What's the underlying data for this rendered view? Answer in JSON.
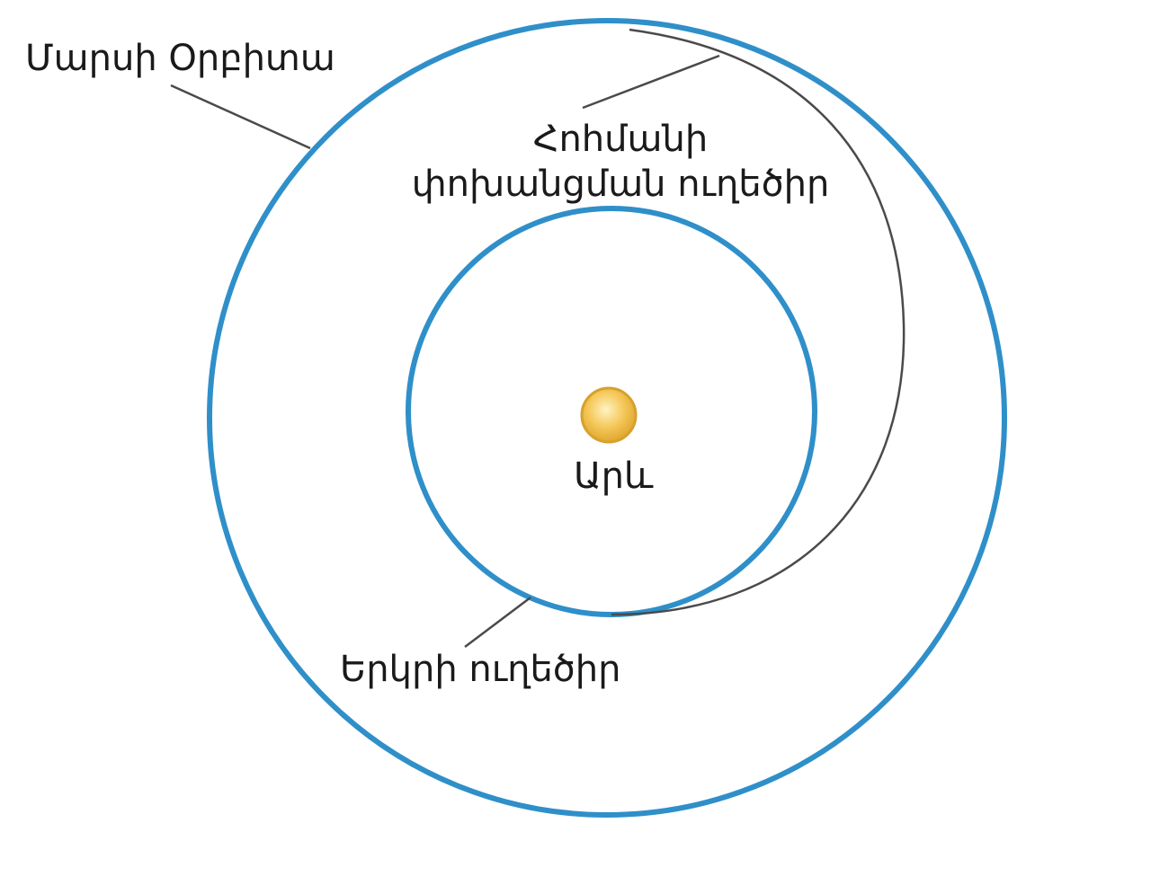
{
  "labels": {
    "mars_orbit": "Մարսի Օրբիտա",
    "hohmann_line1": "Հոհմանի",
    "hohmann_line2": "փոխանցման ուղեծիր",
    "sun": "Արև",
    "earth_orbit": "Երկրի ուղեծիր"
  },
  "colors": {
    "orbit": "#2f8fc9",
    "transfer": "#4a4a4a",
    "sun_fill": "#f0c050",
    "sun_edge": "#d6a12c",
    "leader": "#4a4a4a"
  }
}
